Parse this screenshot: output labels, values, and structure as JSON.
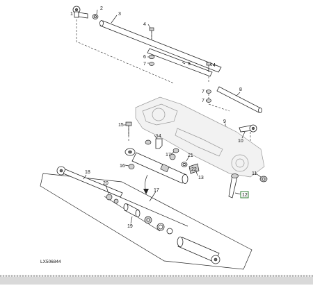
{
  "callouts": {
    "c1": "1",
    "c2": "2",
    "c3": "3",
    "c4": "4",
    "c5": "5",
    "c6": "6",
    "c7a": "7",
    "c4b": "4",
    "c7b": "7",
    "c8": "8",
    "c7c": "7",
    "c9": "9",
    "c10": "10",
    "c11": "11",
    "c15": "15",
    "c14": "14",
    "c17a": "17",
    "c21": "21",
    "c22": "22",
    "c13": "13",
    "c16": "16",
    "c18": "18",
    "c20": "20",
    "c17b": "17",
    "c19": "19",
    "c12": "12"
  },
  "figure_id": "LX506844",
  "accent_color": "#2e7d32"
}
